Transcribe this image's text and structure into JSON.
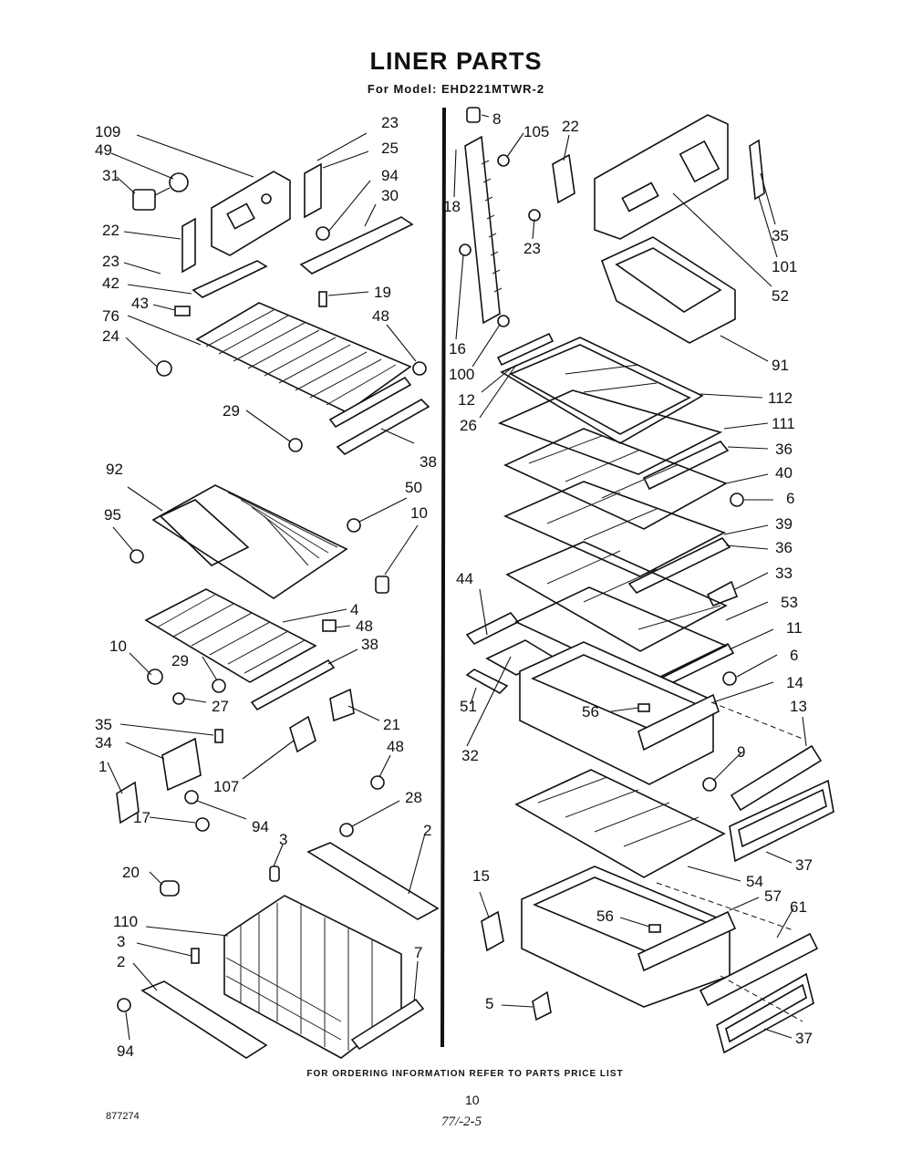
{
  "header": {
    "title": "LINER PARTS",
    "model_line": "For Model: EHD221MTWR-2"
  },
  "footer": {
    "ordering_note": "FOR ORDERING INFORMATION REFER TO PARTS PRICE LIST",
    "page_number": "10",
    "doc_code": "877274",
    "date_code": "77/-2-5"
  },
  "callouts": {
    "left": [
      "109",
      "49",
      "31",
      "22",
      "23",
      "42",
      "43",
      "76",
      "24",
      "23",
      "25",
      "94",
      "30",
      "19",
      "48",
      "29",
      "38",
      "92",
      "95",
      "50",
      "10",
      "4",
      "48",
      "10",
      "29",
      "27",
      "38",
      "35",
      "34",
      "1",
      "17",
      "107",
      "94",
      "21",
      "48",
      "28",
      "3",
      "2",
      "20",
      "110",
      "3",
      "2",
      "94",
      "7"
    ],
    "right": [
      "8",
      "105",
      "22",
      "18",
      "23",
      "16",
      "100",
      "12",
      "26",
      "35",
      "101",
      "52",
      "91",
      "112",
      "111",
      "36",
      "40",
      "6",
      "39",
      "36",
      "33",
      "44",
      "53",
      "11",
      "6",
      "14",
      "51",
      "32",
      "56",
      "13",
      "9",
      "37",
      "54",
      "15",
      "57",
      "61",
      "56",
      "5",
      "37"
    ]
  }
}
